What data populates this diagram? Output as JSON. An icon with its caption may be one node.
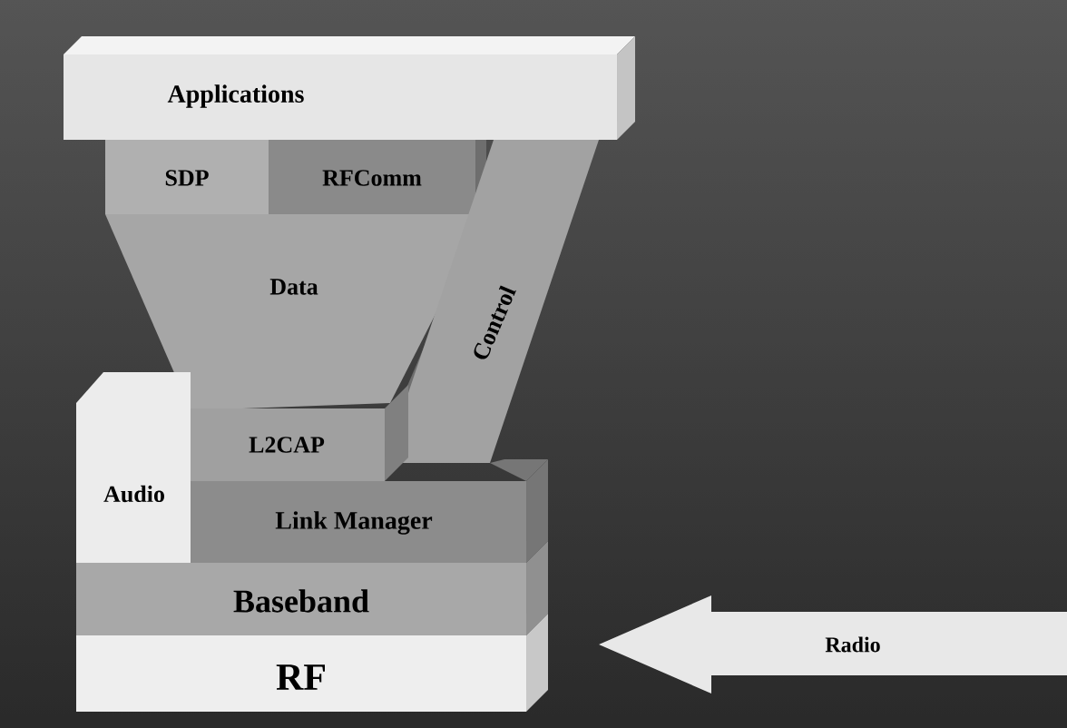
{
  "diagram": {
    "nodes": [
      {
        "text": [
          "Applications"
        ]
      },
      {
        "text": [
          "SDP"
        ]
      },
      {
        "text": [
          "RFComm"
        ]
      },
      {
        "text": [
          "Data"
        ]
      },
      {
        "text": [
          "Control"
        ]
      },
      {
        "text": [
          "Audio"
        ]
      },
      {
        "text": [
          "L2CAP"
        ]
      },
      {
        "text": [
          "Link Manager"
        ]
      },
      {
        "text": [
          "Baseband"
        ]
      },
      {
        "text": [
          "RF"
        ]
      },
      {
        "text": [
          "Radio"
        ]
      }
    ]
  }
}
